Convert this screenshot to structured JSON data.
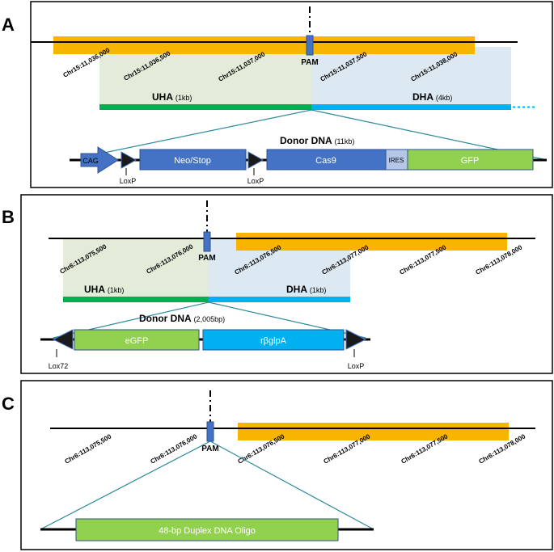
{
  "colors": {
    "orange": "#F7B500",
    "uha_fill": "#E2ECD9",
    "dha_fill": "#DCE8F2",
    "uha_bar": "#00B050",
    "dha_bar": "#00B0F0",
    "blue_box": "#4472C4",
    "green_box": "#92D050",
    "cyan_box": "#00B0F0",
    "ires_fill": "#B4C7E7",
    "funnel_line": "#2E8B9A"
  },
  "panels": {
    "A": {
      "letter": "A",
      "pam": "PAM",
      "coords": [
        "Chr15:11,036,000",
        "Chr15:11,036,500",
        "Chr15:11,037,000",
        "Chr15:11,037,500",
        "Chr15:11,038,000"
      ],
      "uha": {
        "name": "UHA",
        "size": "(1kb)"
      },
      "dha": {
        "name": "DHA",
        "size": "(4kb)"
      },
      "donor": {
        "name": "Donor DNA",
        "size": "(11kb)"
      },
      "elements": {
        "cag": "CAG",
        "neo_stop": "Neo/Stop",
        "cas9": "Cas9",
        "ires": "IRES",
        "gfp": "GFP",
        "loxp_left": "LoxP",
        "loxp_right": "LoxP"
      }
    },
    "B": {
      "letter": "B",
      "pam": "PAM",
      "coords": [
        "Chr6:113,075,500",
        "Chr6:113,076,000",
        "Chr6:113,076,500",
        "Chr6:113,077,000",
        "Chr6:113,077,500",
        "Chr6:113,078,000"
      ],
      "uha": {
        "name": "UHA",
        "size": "(1kb)"
      },
      "dha": {
        "name": "DHA",
        "size": "(1kb)"
      },
      "donor": {
        "name": "Donor DNA",
        "size": "(2,005bp)"
      },
      "elements": {
        "egfp": "eGFP",
        "rbglpa": "rβglpA",
        "lox72": "Lox72",
        "loxp": "LoxP"
      }
    },
    "C": {
      "letter": "C",
      "pam": "PAM",
      "coords": [
        "Chr6:113,075,500",
        "Chr6:113,076,000",
        "Chr6:113,076,500",
        "Chr6:113,077,000",
        "Chr6:113,077,500",
        "Chr6:113,078,000"
      ],
      "oligo": "48-bp Duplex DNA Oligo"
    }
  }
}
